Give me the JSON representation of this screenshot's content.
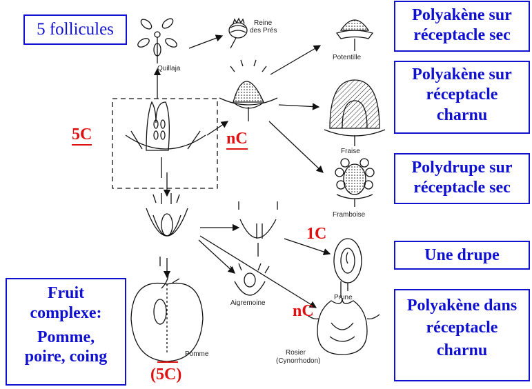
{
  "boxes": {
    "follicules": "5 follicules",
    "polyakene_sec": [
      "Polyakène sur",
      "réceptacle sec"
    ],
    "polyakene_charnu": [
      "Polyakène sur",
      "réceptacle",
      "charnu"
    ],
    "polydrupe": [
      "Polydrupe sur",
      "réceptacle sec"
    ],
    "drupe": "Une drupe",
    "polyakene_dans": [
      "Polyakène dans",
      "réceptacle",
      "charnu"
    ],
    "fruit_complexe": [
      "Fruit",
      "complexe:",
      "Pomme,",
      "poire, coing"
    ]
  },
  "carpel_labels": {
    "five_c": "5C",
    "n_c_top": "nC",
    "one_c": "1C",
    "n_c_bottom": "nC",
    "five_c_paren": "(5C)"
  },
  "plant_labels": {
    "quillaja": "Quillaja",
    "reine_line1": "Reine",
    "reine_line2": "des Prés",
    "potentille": "Potentille",
    "fraise": "Fraise",
    "framboise": "Framboise",
    "prune": "Prune",
    "aigremoine": "Aigremoine",
    "pomme": "Pomme",
    "rosier_line1": "Rosier",
    "rosier_line2": "(Cynorrhodon)"
  },
  "colors": {
    "box_blue": "#1010d0",
    "label_red": "#e01010"
  }
}
